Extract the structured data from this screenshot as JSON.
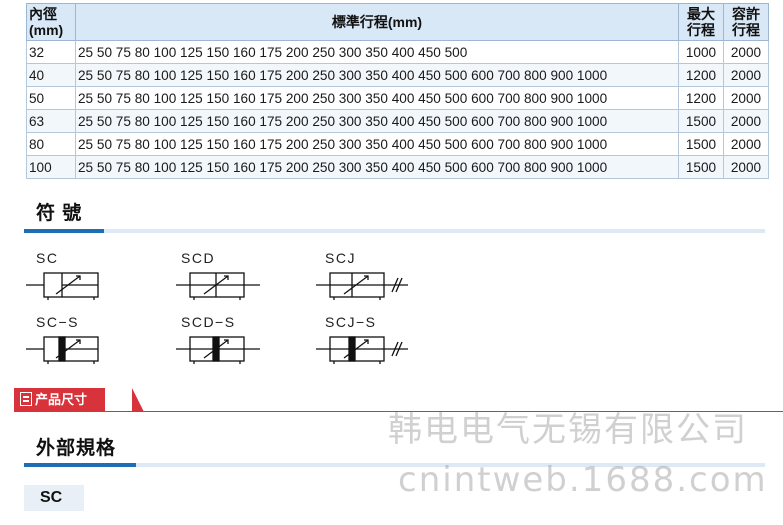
{
  "table": {
    "headers": {
      "bore": "內徑\n(mm)",
      "strokes": "標準行程(mm)",
      "max": "最大\n行程",
      "allow": "容許\n行程"
    },
    "rows": [
      {
        "bore": "32",
        "strokes": "25 50 75 80 100 125 150 160 175 200 250 300 350 400 450 500",
        "max": "1000",
        "allow": "2000"
      },
      {
        "bore": "40",
        "strokes": "25 50 75 80 100 125 150 160 175 200 250 300 350 400 450 500 600 700 800 900 1000",
        "max": "1200",
        "allow": "2000"
      },
      {
        "bore": "50",
        "strokes": "25 50 75 80 100 125 150 160 175 200 250 300 350 400 450 500 600 700 800 900 1000",
        "max": "1200",
        "allow": "2000"
      },
      {
        "bore": "63",
        "strokes": "25 50 75 80 100 125 150 160 175 200 250 300 350 400 450 500 600 700 800 900 1000",
        "max": "1500",
        "allow": "2000"
      },
      {
        "bore": "80",
        "strokes": "25 50 75 80 100 125 150 160 175 200 250 300 350 400 450 500 600 700 800 900 1000",
        "max": "1500",
        "allow": "2000"
      },
      {
        "bore": "100",
        "strokes": "25 50 75 80 100 125 150 160 175 200 250 300 350 400 450 500 600 700 800 900 1000",
        "max": "1500",
        "allow": "2000"
      }
    ]
  },
  "symbols_section": {
    "title": "符 號",
    "items": [
      {
        "label": "SC",
        "icon": "cylinder-symbol-icon"
      },
      {
        "label": "SCD",
        "icon": "double-rod-cylinder-symbol-icon"
      },
      {
        "label": "SCJ",
        "icon": "adjustable-cylinder-symbol-icon"
      },
      {
        "label": "SC−S",
        "icon": "magnetic-cylinder-symbol-icon"
      },
      {
        "label": "SCD−S",
        "icon": "magnetic-double-rod-cylinder-symbol-icon"
      },
      {
        "label": "SCJ−S",
        "icon": "magnetic-adjustable-cylinder-symbol-icon"
      }
    ]
  },
  "tag_label": "产品尺寸",
  "external_section": {
    "title": "外部規格"
  },
  "model_tag": "SC",
  "watermark": {
    "line1": "韩电电气无锡有限公司",
    "line2": "cnintweb.1688.com"
  },
  "colors": {
    "accent_blue": "#1f6db5",
    "tag_red": "#d8323a",
    "header_bg": "#d9e8f6"
  }
}
